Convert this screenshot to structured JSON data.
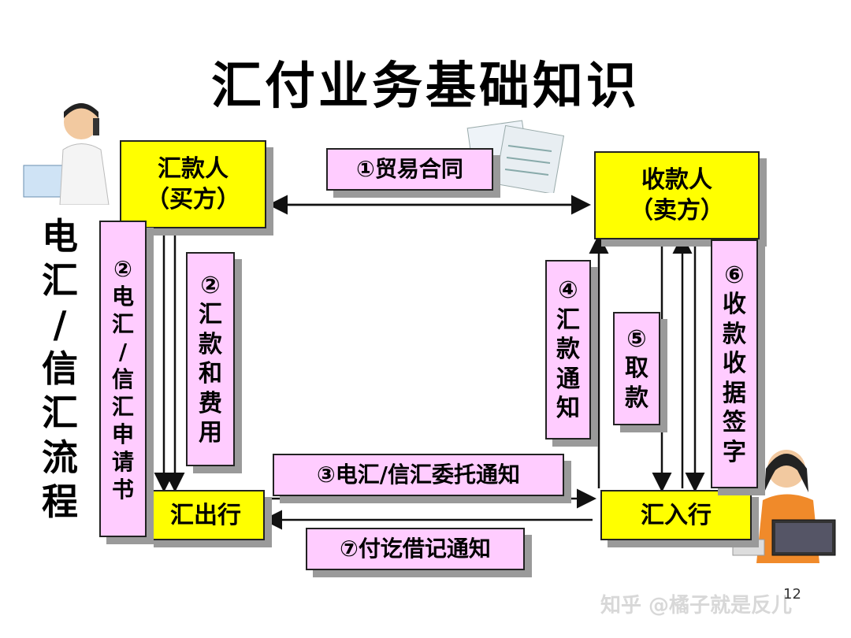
{
  "title": "汇付业务基础知识",
  "side_label": [
    "电",
    "汇",
    "/",
    "信",
    "汇",
    "流",
    "程"
  ],
  "nodes": {
    "remitter": [
      "汇款人",
      "（买方）"
    ],
    "payee": [
      "收款人",
      "（卖方）"
    ],
    "remitting_bank": "汇出行",
    "paying_bank": "汇入行"
  },
  "steps": {
    "s1": "①贸易合同",
    "s2a": [
      "②",
      "电",
      "汇",
      "/",
      "信",
      "汇",
      "申",
      "请",
      "书"
    ],
    "s2b": [
      "②",
      "汇",
      "款",
      "和",
      "费",
      "用"
    ],
    "s3": "③电汇/信汇委托通知",
    "s4": [
      "④",
      "汇",
      "款",
      "通",
      "知"
    ],
    "s5": [
      "⑤",
      "取",
      "款"
    ],
    "s6": [
      "⑥",
      "收",
      "款",
      "收",
      "据",
      "签",
      "字"
    ],
    "s7": "⑦付讫借记通知"
  },
  "watermark": "知乎 @橘子就是反儿",
  "page_number": "12",
  "colors": {
    "node_fill": "#ffff00",
    "step_fill": "#ffccff",
    "shadow": "#9a9a9a"
  }
}
